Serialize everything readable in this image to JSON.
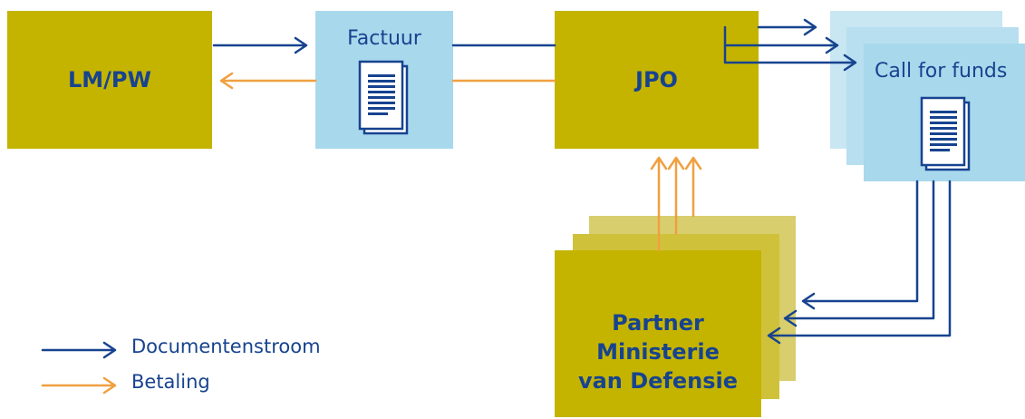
{
  "nodes": {
    "lmpw": "LM/PW",
    "factuur": "Factuur",
    "jpo": "JPO",
    "call_for_funds": "Call for funds",
    "partner": [
      "Partner",
      "Ministerie",
      "van Defensie"
    ]
  },
  "legend": {
    "documents": "Documentenstroom",
    "payment": "Betaling"
  },
  "colors": {
    "document_flow": "#17438f",
    "payment_flow": "#f0a040",
    "olive": "#c4b400",
    "light_blue": "#a8d8ec"
  }
}
